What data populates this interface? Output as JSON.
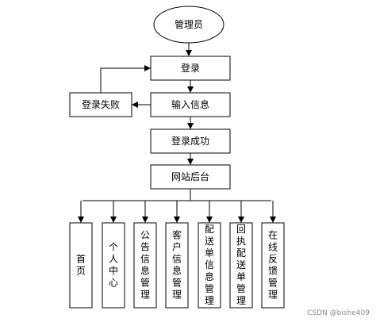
{
  "nodes": {
    "admin": "管理员",
    "login": "登录",
    "login_fail": "登录失败",
    "input_info": "输入信息",
    "login_success": "登录成功",
    "backend": "网站后台"
  },
  "modules": [
    "首页",
    "个人中心",
    "公告信息管理",
    "客户信息管理",
    "配送单信息管理",
    "回执配送单管理",
    "在线反馈管理"
  ],
  "watermark": "CSDN @bishe409"
}
